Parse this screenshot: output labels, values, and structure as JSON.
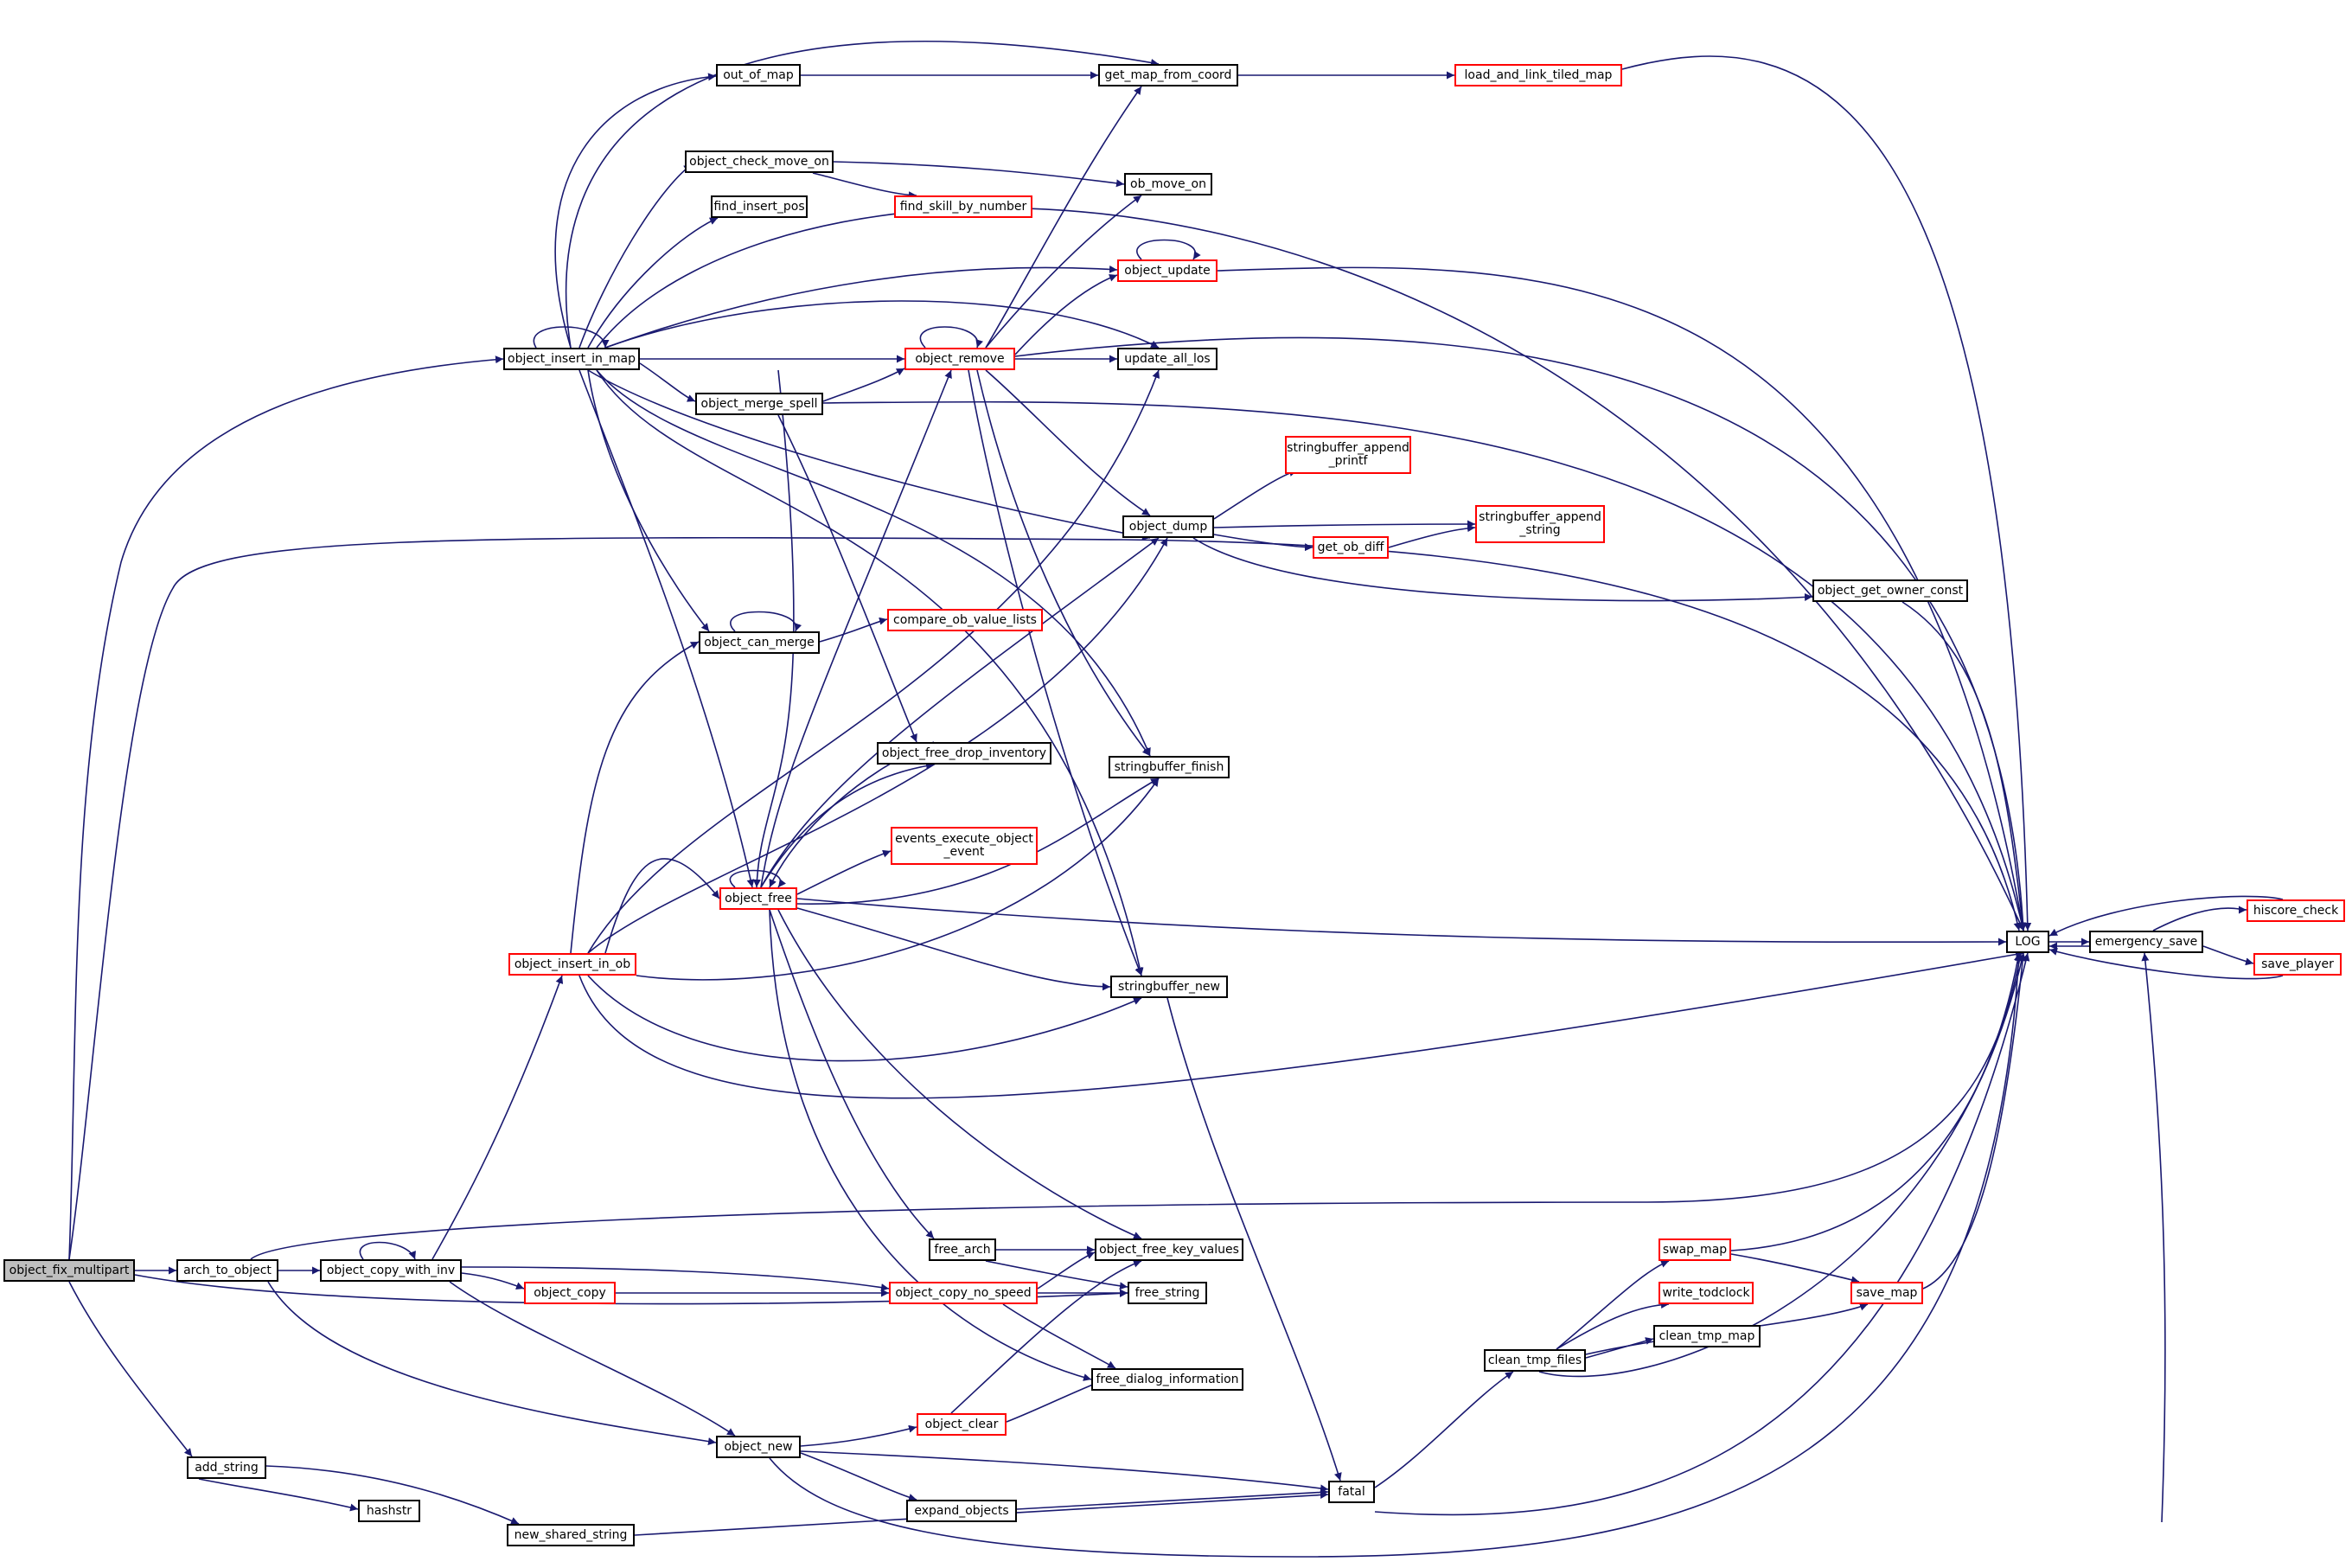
{
  "graph": {
    "edge_color": "#191970",
    "external_border_color": "#ff0000",
    "root_fill": "#bfbfbf",
    "nodes": [
      {
        "id": "object_fix_multipart",
        "label": "object_fix_multipart"
      },
      {
        "id": "arch_to_object",
        "label": "arch_to_object"
      },
      {
        "id": "object_copy_with_inv",
        "label": "object_copy_with_inv"
      },
      {
        "id": "object_copy",
        "label": "object_copy"
      },
      {
        "id": "object_copy_no_speed",
        "label": "object_copy_no_speed"
      },
      {
        "id": "object_new",
        "label": "object_new"
      },
      {
        "id": "object_clear",
        "label": "object_clear"
      },
      {
        "id": "expand_objects",
        "label": "expand_objects"
      },
      {
        "id": "fatal",
        "label": "fatal"
      },
      {
        "id": "add_string",
        "label": "add_string"
      },
      {
        "id": "hashstr",
        "label": "hashstr"
      },
      {
        "id": "new_shared_string",
        "label": "new_shared_string"
      },
      {
        "id": "free_arch",
        "label": "free_arch"
      },
      {
        "id": "object_free_key_values",
        "label": "object_free_key_values"
      },
      {
        "id": "free_string",
        "label": "free_string"
      },
      {
        "id": "free_dialog_information",
        "label": "free_dialog_information"
      },
      {
        "id": "clean_tmp_files",
        "label": "clean_tmp_files"
      },
      {
        "id": "swap_map",
        "label": "swap_map"
      },
      {
        "id": "write_todclock",
        "label": "write_todclock"
      },
      {
        "id": "clean_tmp_map",
        "label": "clean_tmp_map"
      },
      {
        "id": "save_map",
        "label": "save_map"
      },
      {
        "id": "LOG",
        "label": "LOG"
      },
      {
        "id": "emergency_save",
        "label": "emergency_save"
      },
      {
        "id": "hiscore_check",
        "label": "hiscore_check"
      },
      {
        "id": "save_player",
        "label": "save_player"
      },
      {
        "id": "object_insert_in_map",
        "label": "object_insert_in_map"
      },
      {
        "id": "out_of_map",
        "label": "out_of_map"
      },
      {
        "id": "get_map_from_coord",
        "label": "get_map_from_coord"
      },
      {
        "id": "load_and_link_tiled_map",
        "label": "load_and_link_tiled_map"
      },
      {
        "id": "object_check_move_on",
        "label": "object_check_move_on"
      },
      {
        "id": "ob_move_on",
        "label": "ob_move_on"
      },
      {
        "id": "find_skill_by_number",
        "label": "find_skill_by_number"
      },
      {
        "id": "find_insert_pos",
        "label": "find_insert_pos"
      },
      {
        "id": "object_update",
        "label": "object_update"
      },
      {
        "id": "object_remove",
        "label": "object_remove"
      },
      {
        "id": "update_all_los",
        "label": "update_all_los"
      },
      {
        "id": "object_merge_spell",
        "label": "object_merge_spell"
      },
      {
        "id": "stringbuffer_append_printf",
        "label": "stringbuffer_append\n_printf"
      },
      {
        "id": "object_dump",
        "label": "object_dump"
      },
      {
        "id": "stringbuffer_append_string",
        "label": "stringbuffer_append\n_string"
      },
      {
        "id": "get_ob_diff",
        "label": "get_ob_diff"
      },
      {
        "id": "object_get_owner_const",
        "label": "object_get_owner_const"
      },
      {
        "id": "object_can_merge",
        "label": "object_can_merge"
      },
      {
        "id": "compare_ob_value_lists",
        "label": "compare_ob_value_lists"
      },
      {
        "id": "object_free_drop_inventory",
        "label": "object_free_drop_inventory"
      },
      {
        "id": "stringbuffer_finish",
        "label": "stringbuffer_finish"
      },
      {
        "id": "events_execute_object_event",
        "label": "events_execute_object\n_event"
      },
      {
        "id": "object_free",
        "label": "object_free"
      },
      {
        "id": "object_insert_in_ob",
        "label": "object_insert_in_ob"
      },
      {
        "id": "stringbuffer_new",
        "label": "stringbuffer_new"
      }
    ]
  }
}
